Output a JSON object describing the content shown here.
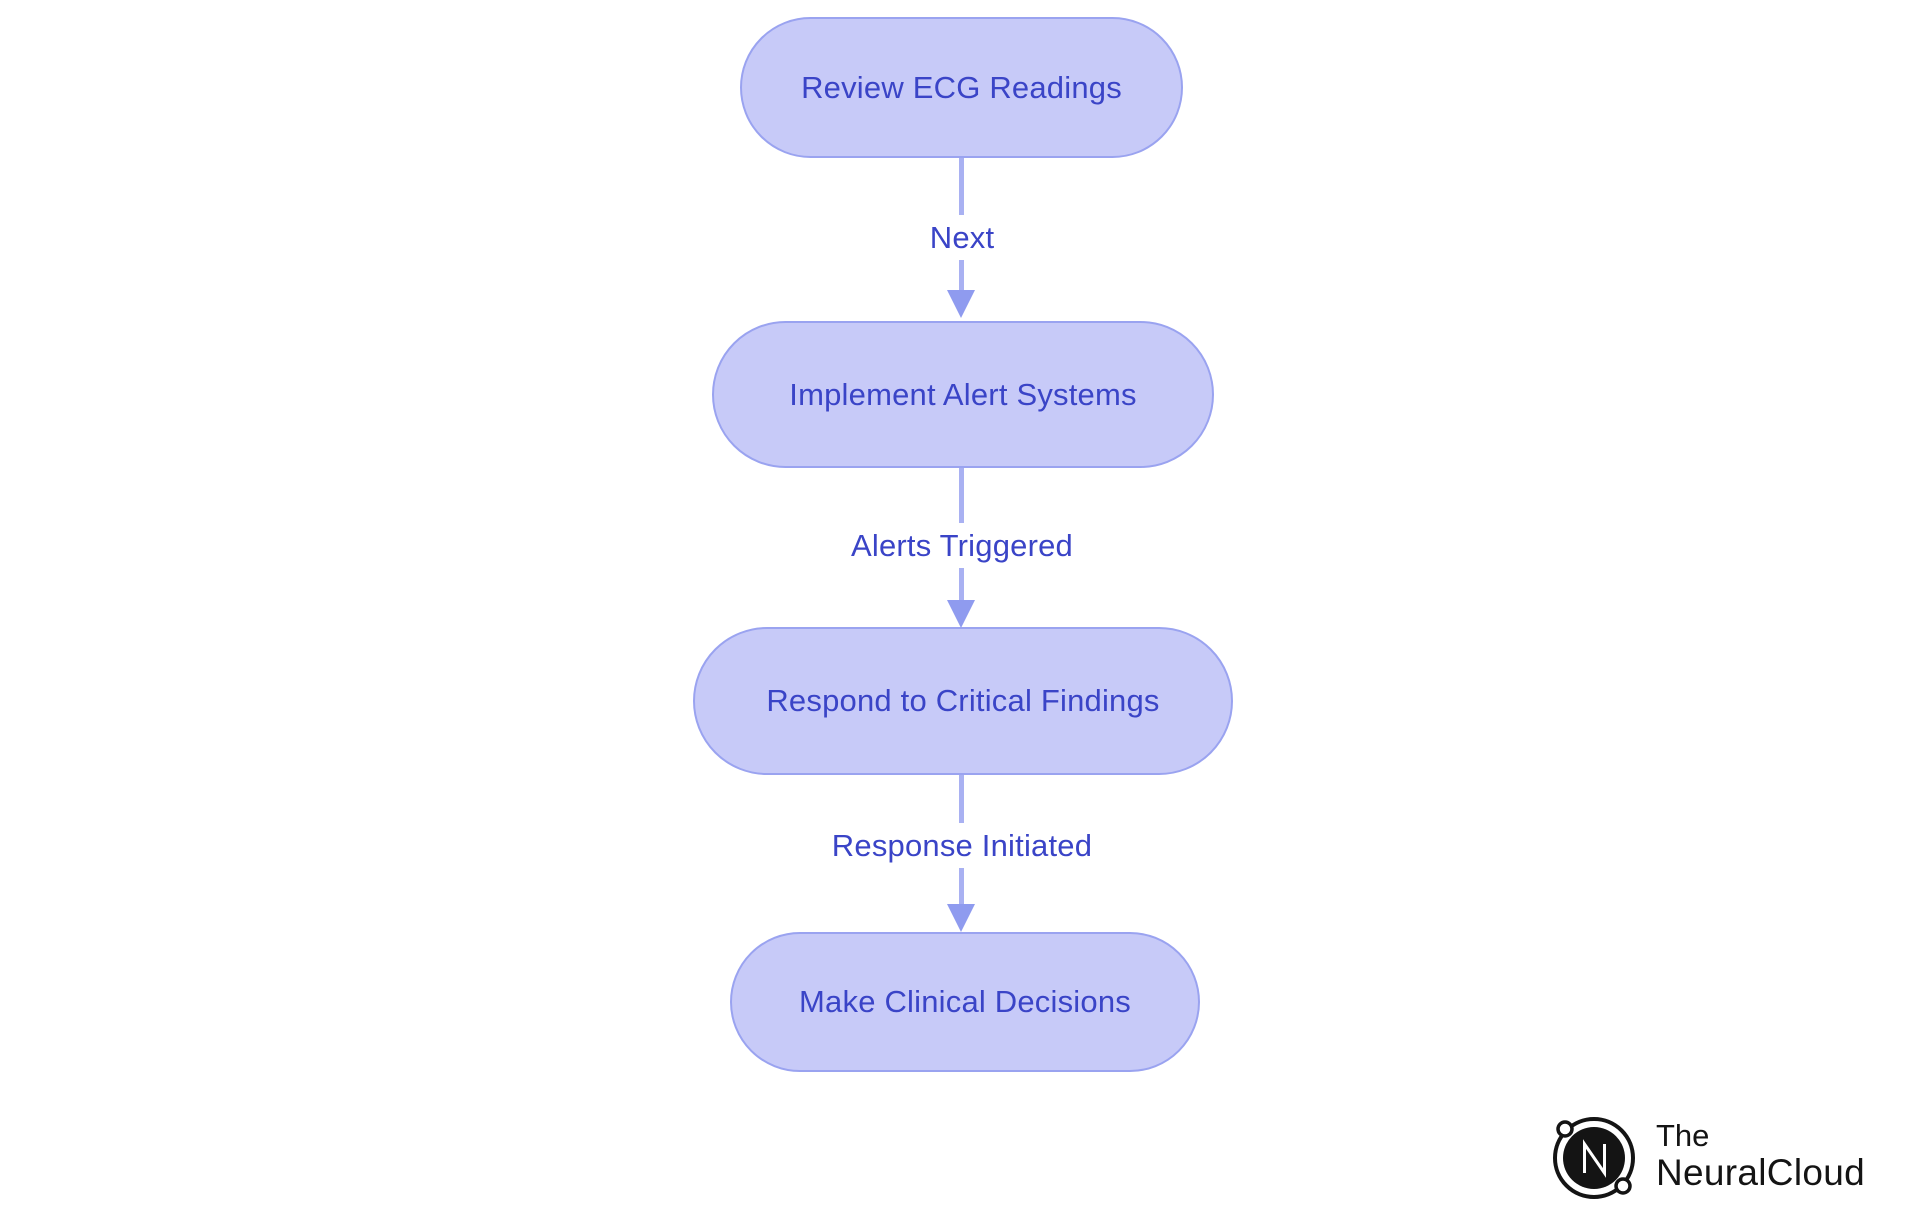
{
  "flowchart": {
    "nodes": [
      {
        "label": "Review ECG Readings"
      },
      {
        "label": "Implement Alert Systems"
      },
      {
        "label": "Respond to Critical Findings"
      },
      {
        "label": "Make Clinical Decisions"
      }
    ],
    "edges": [
      {
        "label": "Next",
        "from": "Review ECG Readings",
        "to": "Implement Alert Systems"
      },
      {
        "label": "Alerts Triggered",
        "from": "Implement Alert Systems",
        "to": "Respond to Critical Findings"
      },
      {
        "label": "Response Initiated",
        "from": "Respond to Critical Findings",
        "to": "Make Clinical Decisions"
      }
    ],
    "colors": {
      "node-fill": "#c7caf8",
      "node-border": "#9aa3f0",
      "node-text": "#3a44c7",
      "edge-line": "#a9b1f2",
      "arrowhead": "#8f9bef",
      "label-text": "#3a44c7",
      "canvas-bg": "#ffffff",
      "logo-ink": "#141414"
    }
  },
  "branding": {
    "line1": "The",
    "line2": "NeuralCloud",
    "icon": "neuralcloud-orbit-n-icon"
  }
}
